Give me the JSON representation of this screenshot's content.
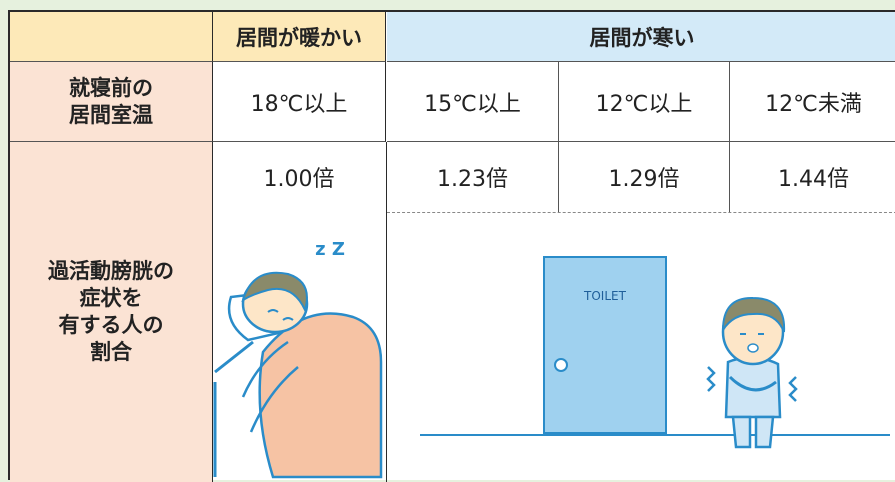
{
  "table": {
    "header": {
      "warm": "居間が暖かい",
      "cold": "居間が寒い"
    },
    "row_temp": {
      "label_line1": "就寝前の",
      "label_line2": "居間室温",
      "values": [
        "18℃以上",
        "15℃以上",
        "12℃以上",
        "12℃未満"
      ]
    },
    "row_ratio": {
      "label_line1": "過活動膀胱の",
      "label_line2": "症状を",
      "label_line3": "有する人の",
      "label_line4": "割合",
      "values": [
        "1.00倍",
        "1.23倍",
        "1.29倍",
        "1.44倍"
      ]
    }
  },
  "illustrations": {
    "sleep_text": "z Z",
    "door_sign": "TOILET"
  },
  "colors": {
    "background": "#e6f1de",
    "warm_header": "#fde9b8",
    "cold_header": "#d3eaf8",
    "label_column": "#fbe3d4",
    "blanket": "#f6c3a4",
    "door": "#9fd1ef",
    "line_blue": "#2a8cc9"
  }
}
